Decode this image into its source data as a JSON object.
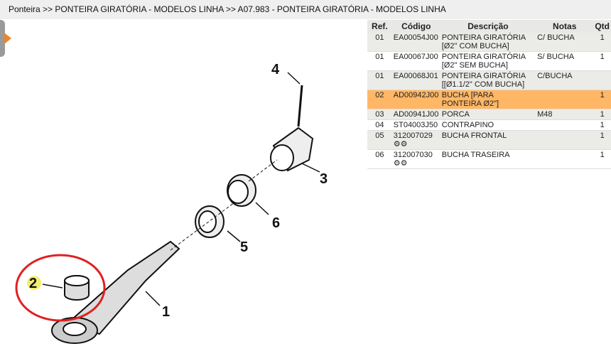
{
  "breadcrumb": "Ponteira >> PONTEIRA GIRATÓRIA - MODELOS LINHA >> A07.983 - PONTEIRA GIRATÓRIA - MODELOS LINHA",
  "table": {
    "headers": [
      "Ref.",
      "Código",
      "Descrição",
      "Notas",
      "Qtd"
    ],
    "rows": [
      {
        "ref": "01",
        "code": "EA00054J00",
        "desc": "PONTEIRA GIRATÓRIA [Ø2\" COM BUCHA]",
        "notes": "C/ BUCHA",
        "qty": "1"
      },
      {
        "ref": "01",
        "code": "EA00067J00",
        "desc": "PONTEIRA GIRATÓRIA [Ø2\" SEM BUCHA]",
        "notes": "S/ BUCHA",
        "qty": "1"
      },
      {
        "ref": "01",
        "code": "EA00068J01",
        "desc": "PONTEIRA GIRATÓRIA [[Ø1.1/2\" COM BUCHA]",
        "notes": "C/BUCHA",
        "qty": ""
      },
      {
        "ref": "02",
        "code": "AD00942J00",
        "desc": "BUCHA [PARA PONTEIRA Ø2\"]",
        "notes": "",
        "qty": "1"
      },
      {
        "ref": "03",
        "code": "AD00941J00",
        "desc": "PORCA",
        "notes": "M48",
        "qty": "1"
      },
      {
        "ref": "04",
        "code": "ST04003J50",
        "desc": "CONTRAPINO",
        "notes": "",
        "qty": "1"
      },
      {
        "ref": "05",
        "code": "312007029",
        "desc": "BUCHA FRONTAL",
        "notes": "",
        "qty": "1"
      },
      {
        "ref": "06",
        "code": "312007030",
        "desc": "BUCHA TRASEIRA",
        "notes": "",
        "qty": "1"
      }
    ]
  },
  "drawing": {
    "labels": [
      "1",
      "2",
      "3",
      "4",
      "5",
      "6"
    ]
  },
  "colors": {
    "highlight": "#ffb766",
    "accent": "#e8882a",
    "circle": "#e02020"
  }
}
